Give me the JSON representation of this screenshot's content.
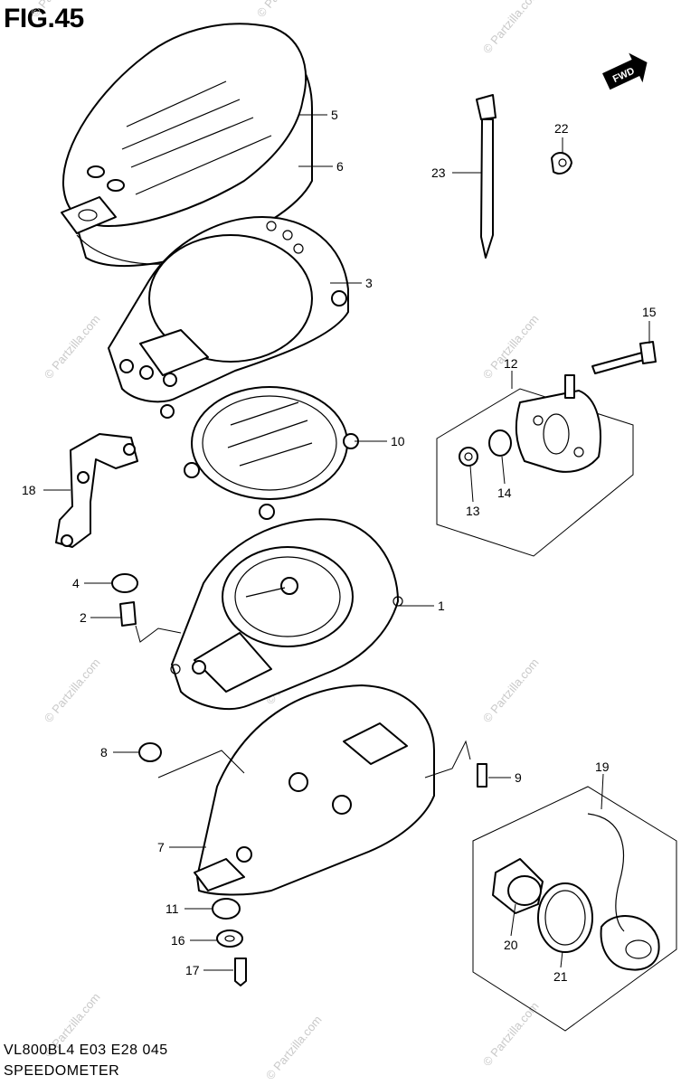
{
  "figure": {
    "title": "FIG.45",
    "code": "VL800BL4  E03  E28  045",
    "caption": "SPEEDOMETER",
    "fwd_label": "FWD"
  },
  "watermark": "© Partzilla.com",
  "callouts": [
    {
      "id": "c1",
      "label": "1"
    },
    {
      "id": "c2",
      "label": "2"
    },
    {
      "id": "c3",
      "label": "3"
    },
    {
      "id": "c4",
      "label": "4"
    },
    {
      "id": "c5",
      "label": "5"
    },
    {
      "id": "c6",
      "label": "6"
    },
    {
      "id": "c7",
      "label": "7"
    },
    {
      "id": "c8",
      "label": "8"
    },
    {
      "id": "c9",
      "label": "9"
    },
    {
      "id": "c10",
      "label": "10"
    },
    {
      "id": "c11",
      "label": "11"
    },
    {
      "id": "c12",
      "label": "12"
    },
    {
      "id": "c13",
      "label": "13"
    },
    {
      "id": "c14",
      "label": "14"
    },
    {
      "id": "c15",
      "label": "15"
    },
    {
      "id": "c16",
      "label": "16"
    },
    {
      "id": "c17",
      "label": "17"
    },
    {
      "id": "c18",
      "label": "18"
    },
    {
      "id": "c19",
      "label": "19"
    },
    {
      "id": "c20",
      "label": "20"
    },
    {
      "id": "c21",
      "label": "21"
    },
    {
      "id": "c22",
      "label": "22"
    },
    {
      "id": "c23",
      "label": "23"
    }
  ]
}
